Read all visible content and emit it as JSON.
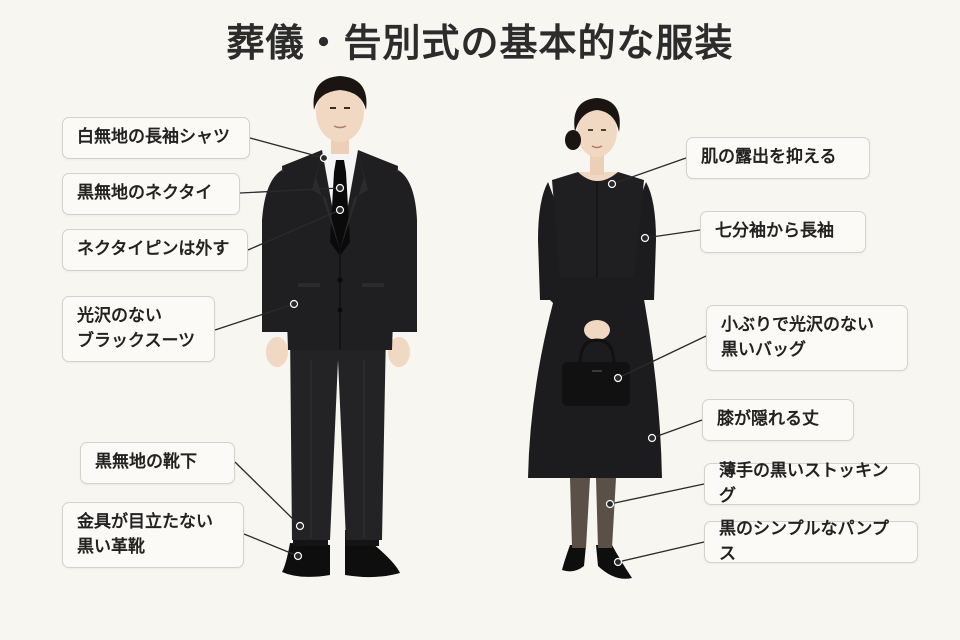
{
  "title": "葬儀・告別式の基本的な服装",
  "male_labels": [
    {
      "id": "m1",
      "text": "白無地の長袖シャツ"
    },
    {
      "id": "m2",
      "text": "黒無地のネクタイ"
    },
    {
      "id": "m3",
      "text": "ネクタイピンは外す"
    },
    {
      "id": "m4",
      "text": "光沢のない\nブラックスーツ"
    },
    {
      "id": "m5",
      "text": "黒無地の靴下"
    },
    {
      "id": "m6",
      "text": "金具が目立たない\n黒い革靴"
    }
  ],
  "female_labels": [
    {
      "id": "f1",
      "text": "肌の露出を抑える"
    },
    {
      "id": "f2",
      "text": "七分袖から長袖"
    },
    {
      "id": "f3",
      "text": "小ぶりで光沢のない\n黒いバッグ"
    },
    {
      "id": "f4",
      "text": "膝が隠れる丈"
    },
    {
      "id": "f5",
      "text": "薄手の黒いストッキング"
    },
    {
      "id": "f6",
      "text": "黒のシンプルなパンプス"
    }
  ],
  "colors": {
    "background": "#f8f6f0",
    "suit": "#1f1f21",
    "dress": "#1c1c1e",
    "skin": "#f1d8c2",
    "hair": "#1a1512",
    "label_border": "#d5d2ca",
    "leader_line": "#2a2a2a"
  }
}
